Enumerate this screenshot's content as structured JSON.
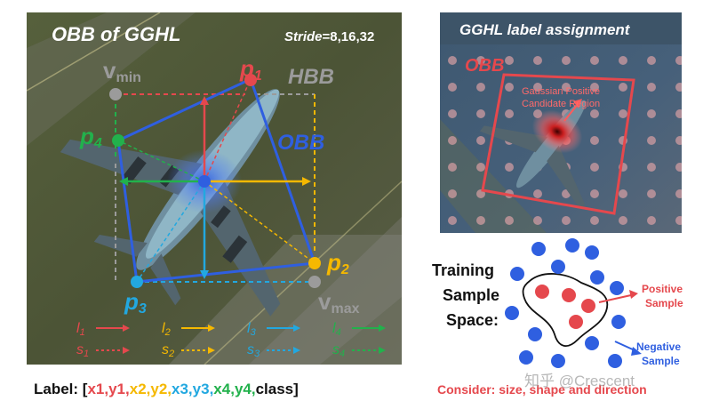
{
  "left_panel": {
    "title": "OBB of GGHL",
    "stride_label": "Stride",
    "stride_value": "=8,16,32",
    "hbb_label": "HBB",
    "obb_label": "OBB",
    "vmin_v": "v",
    "vmin_sub": "min",
    "vmax_v": "v",
    "vmax_sub": "max",
    "p1": "p",
    "p1_sub": "1",
    "p2": "p",
    "p2_sub": "2",
    "p3": "p",
    "p3_sub": "3",
    "p4": "p",
    "p4_sub": "4",
    "legend": [
      {
        "l": "l",
        "l_sub": "1",
        "s": "s",
        "s_sub": "1",
        "color": "#e5484d"
      },
      {
        "l": "l",
        "l_sub": "2",
        "s": "s",
        "s_sub": "2",
        "color": "#f5b800"
      },
      {
        "l": "l",
        "l_sub": "3",
        "s": "s",
        "s_sub": "3",
        "color": "#22a8e0"
      },
      {
        "l": "l",
        "l_sub": "4",
        "s": "s",
        "s_sub": "4",
        "color": "#22b14c"
      }
    ]
  },
  "right_panel": {
    "title": "GGHL label assignment",
    "obb_label": "OBB",
    "region_line1": "Gaussian Positive",
    "region_line2": "Candidate Region"
  },
  "sample_space": {
    "title_line1": "Training",
    "title_line2": "Sample",
    "title_line3": "Space:",
    "positive_line1": "Positive",
    "positive_line2": "Sample",
    "negative_line1": "Negative",
    "negative_line2": "Sample"
  },
  "label_line": {
    "prefix": "Label: [",
    "items": [
      {
        "text": "x1,",
        "color": "#e5484d"
      },
      {
        "text": "y1,",
        "color": "#e5484d"
      },
      {
        "text": "x2,",
        "color": "#f5b800"
      },
      {
        "text": "y2,",
        "color": "#f5b800"
      },
      {
        "text": "x3,",
        "color": "#22a8e0"
      },
      {
        "text": "y3,",
        "color": "#22a8e0"
      },
      {
        "text": "x4,",
        "color": "#22b14c"
      },
      {
        "text": "y4,",
        "color": "#22b14c"
      }
    ],
    "suffix": "class]"
  },
  "consider_text": "Consider: size, shape and direction",
  "watermark": "知乎 @Crescent",
  "colors": {
    "red": "#e5484d",
    "yellow": "#f5b800",
    "cyan": "#22a8e0",
    "green": "#22b14c",
    "blue": "#2f5fe0",
    "gray": "#9b9b9b",
    "positive_fill": "#e5484d",
    "negative_fill": "#2f5fe0"
  }
}
